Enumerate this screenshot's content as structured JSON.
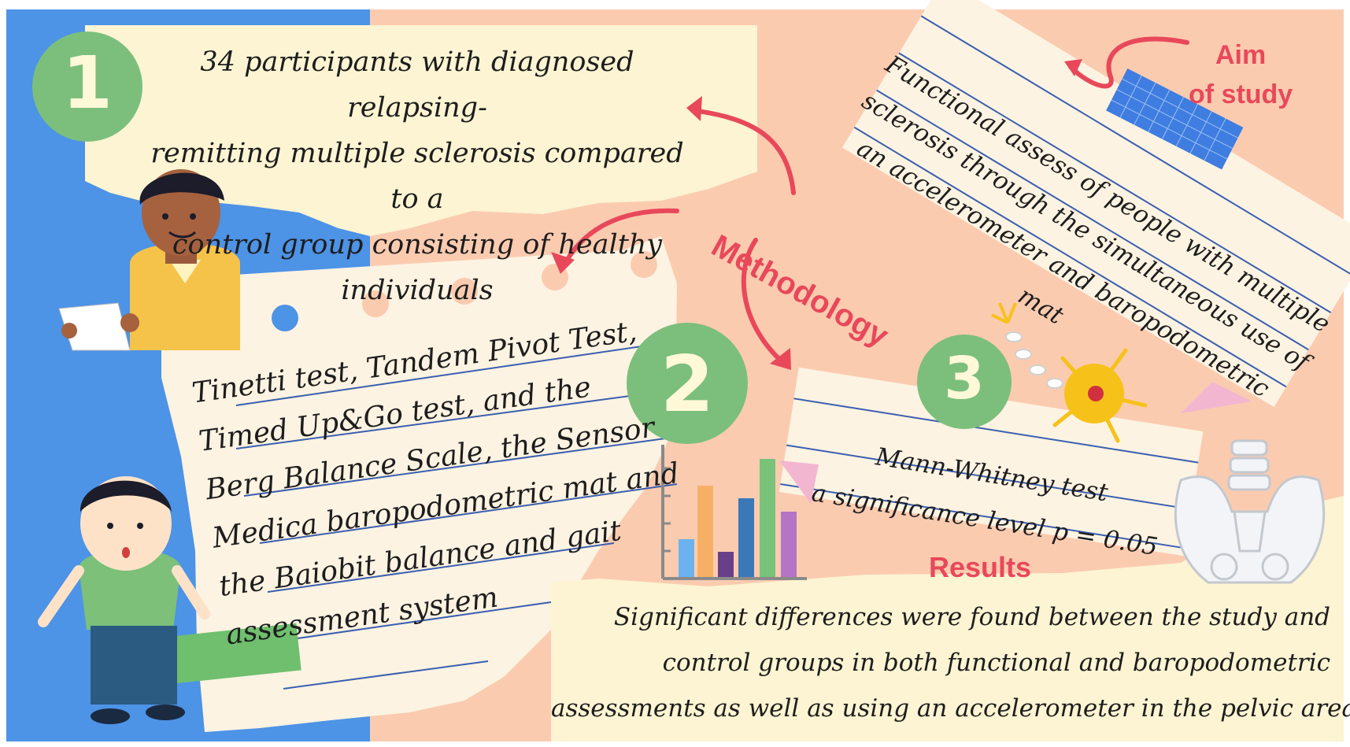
{
  "colors": {
    "blue_bg": "#4d93e6",
    "peach_bg": "#fbcbb0",
    "cream": "#fcf4d2",
    "green_circle": "#7cbf7c",
    "accent_red": "#e8485a",
    "line_blue": "#3a5fb0"
  },
  "step1": {
    "number": "1",
    "text_lines": [
      "34 participants with diagnosed relapsing-",
      "remitting multiple sclerosis compared to a",
      "control group consisting of healthy individuals"
    ]
  },
  "methodology_label": "Methodology",
  "step2": {
    "number": "2",
    "text_lines": [
      "Tinetti test, Tandem Pivot Test,",
      "Timed Up&Go test, and the",
      "Berg Balance Scale, the Sensor",
      "Medica baropodometric mat and",
      "the Baiobit balance and gait",
      "assessment system"
    ]
  },
  "aim": {
    "label_line1": "Aim",
    "label_line2": "of study",
    "text_lines": [
      "Functional assess of people with multiple",
      "sclerosis through the simultaneous use of",
      "an accelerometer and baropodometric",
      "mat"
    ]
  },
  "step3": {
    "number": "3",
    "text_lines": [
      "Mann-Whitney test",
      "a significance level p = 0.05"
    ]
  },
  "results": {
    "label": "Results",
    "text_lines": [
      "Significant differences were found between the study and",
      "control groups in both functional and baropodometric",
      "assessments as well as using an accelerometer in the pelvic area."
    ]
  },
  "icons": [
    "person-writing-icon",
    "surprised-boy-icon",
    "bar-chart-icon",
    "neuron-icon",
    "pelvis-icon",
    "curved-arrow-icon",
    "washi-tape-icon"
  ]
}
